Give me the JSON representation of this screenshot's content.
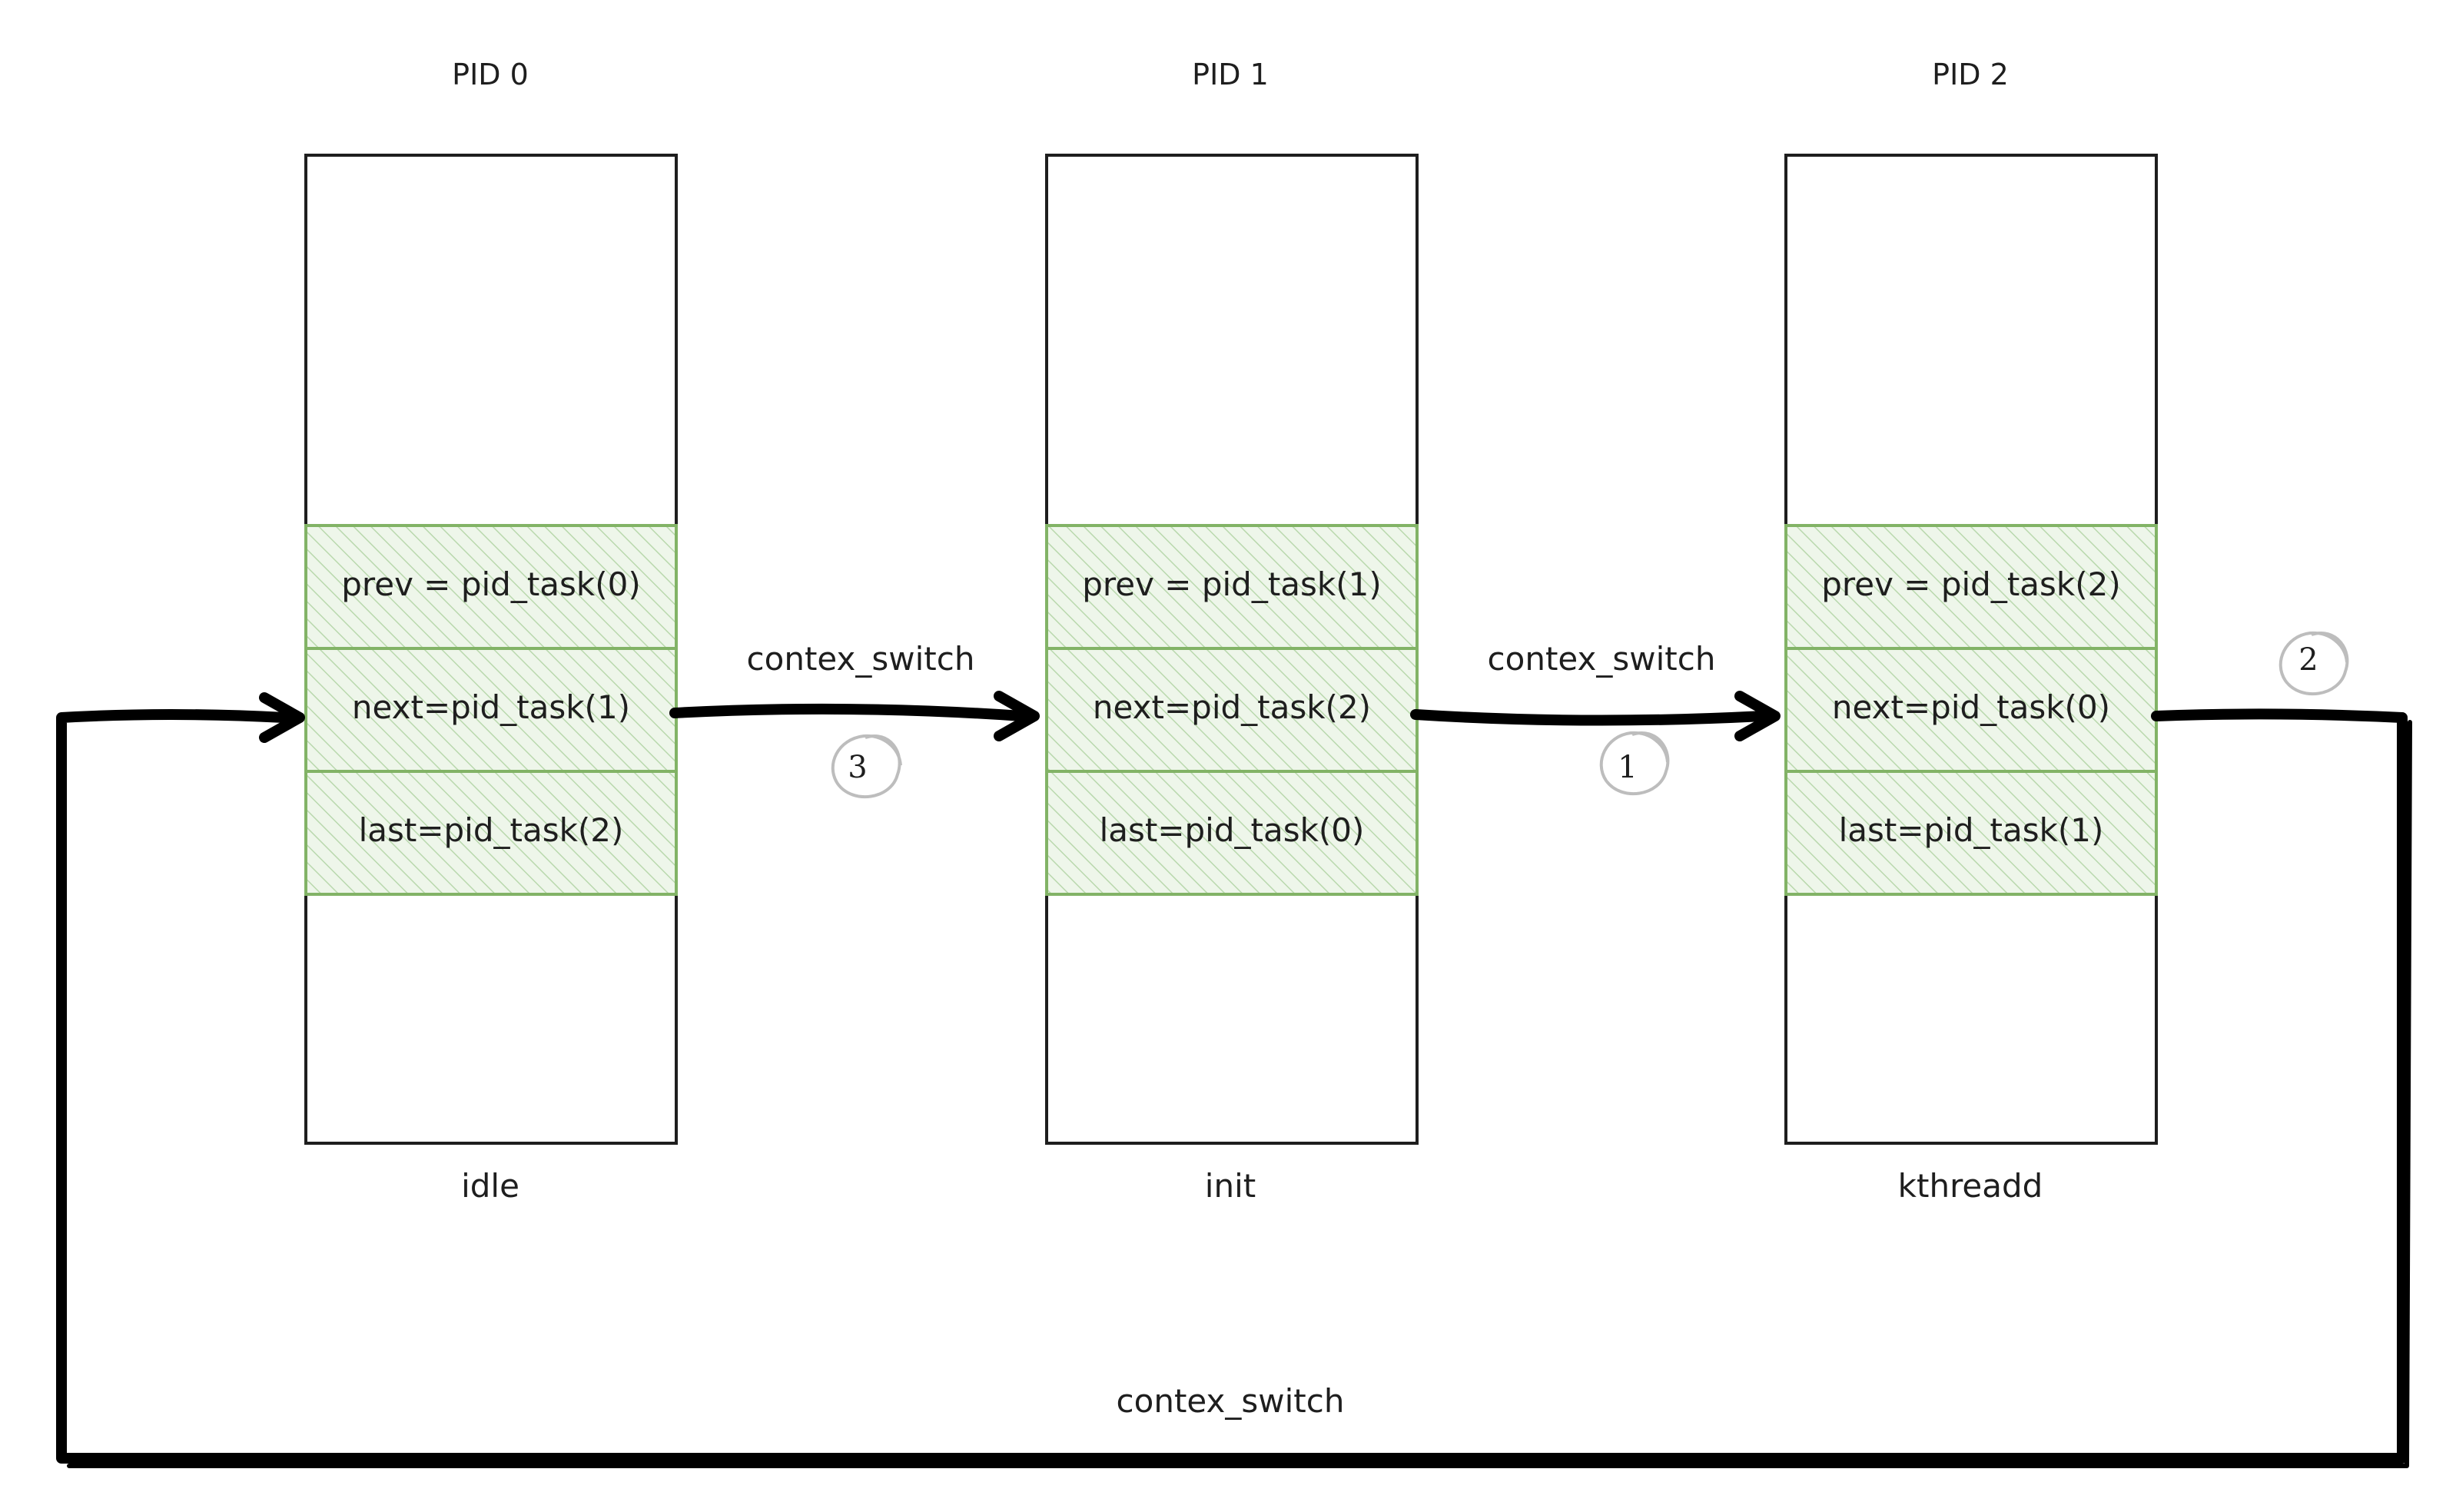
{
  "colors": {
    "outline": "#1e1e1e",
    "slot_stroke": "#82b366",
    "slot_fill": "#d5e8d4",
    "arrow": "#000000",
    "step_circle": "#bdbdbd"
  },
  "processes": [
    {
      "pid_label": "PID 0",
      "name": "idle",
      "slots": [
        "prev = pid_task(0)",
        "next=pid_task(1)",
        "last=pid_task(2)"
      ]
    },
    {
      "pid_label": "PID 1",
      "name": "init",
      "slots": [
        "prev = pid_task(1)",
        "next=pid_task(2)",
        "last=pid_task(0)"
      ]
    },
    {
      "pid_label": "PID 2",
      "name": "kthreadd",
      "slots": [
        "prev = pid_task(2)",
        "next=pid_task(0)",
        "last=pid_task(1)"
      ]
    }
  ],
  "edges": [
    {
      "from": "PID 0",
      "to": "PID 1",
      "label": "contex_switch",
      "step": "3"
    },
    {
      "from": "PID 1",
      "to": "PID 2",
      "label": "contex_switch",
      "step": "1"
    },
    {
      "from": "PID 2",
      "to": "PID 0",
      "label": "contex_switch",
      "step": "2"
    }
  ]
}
